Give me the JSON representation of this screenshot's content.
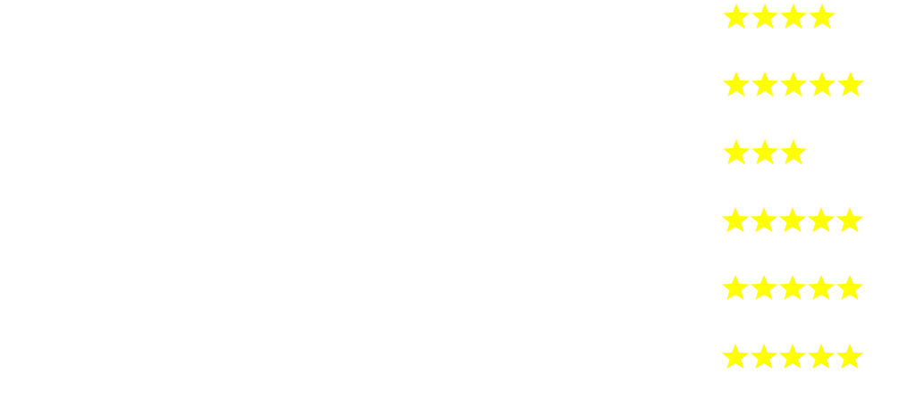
{
  "star_color": "#ffff00",
  "background_color": "#ffffff",
  "icon": "star-icon",
  "ratings": [
    {
      "stars": 4,
      "max_stars": 5
    },
    {
      "stars": 5,
      "max_stars": 5
    },
    {
      "stars": 3,
      "max_stars": 5
    },
    {
      "stars": 5,
      "max_stars": 5
    },
    {
      "stars": 5,
      "max_stars": 5
    },
    {
      "stars": 5,
      "max_stars": 5
    }
  ]
}
